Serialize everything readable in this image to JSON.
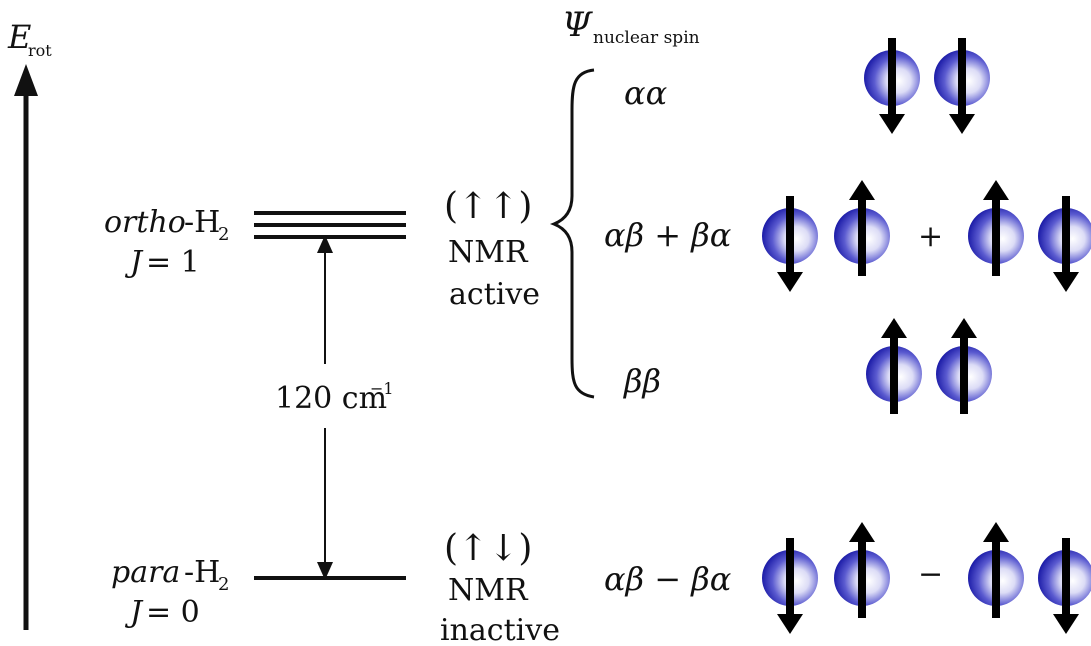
{
  "axis": {
    "symbol": "E",
    "subscript": "rot"
  },
  "wavefunction_header": {
    "symbol": "Ψ",
    "subscript": "nuclear spin"
  },
  "levels": {
    "ortho": {
      "prefix": "ortho",
      "name": "-H",
      "name_sub": "2",
      "j_symbol": "J",
      "j_value": " = 1",
      "spin_symbol": "(↑↑)",
      "nmr_line1": "NMR",
      "nmr_line2": "active"
    },
    "para": {
      "prefix": "para",
      "name": "-H",
      "name_sub": "2",
      "j_symbol": "J",
      "j_value": " = 0",
      "spin_symbol": "(↑↓)",
      "nmr_line1": "NMR",
      "nmr_line2": "inactive"
    }
  },
  "gap": {
    "value": "120 cm",
    "superscript": "−1"
  },
  "states": {
    "aa": {
      "label": "αα"
    },
    "ab_plus": {
      "label": "αβ + βα",
      "operator": "+"
    },
    "bb": {
      "label": "ββ"
    },
    "ab_minus": {
      "label": "αβ − βα",
      "operator": "−"
    }
  },
  "colors": {
    "line": "#111111",
    "sphere_core": "#1d1da8",
    "sphere_highlight": "#ffffff",
    "arrow": "#000000"
  }
}
